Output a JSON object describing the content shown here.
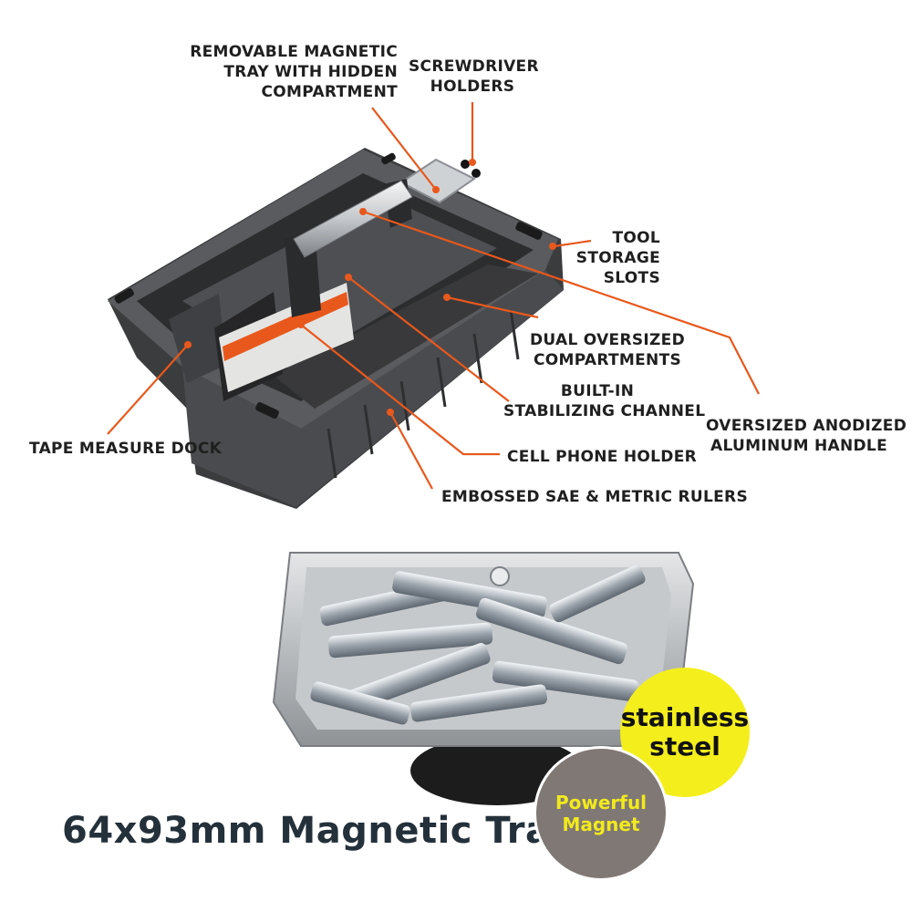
{
  "callouts": {
    "removable_tray": [
      "REMOVABLE MAGNETIC",
      "TRAY WITH HIDDEN",
      "COMPARTMENT"
    ],
    "screwdriver": [
      "SCREWDRIVER",
      "HOLDERS"
    ],
    "tool_storage": [
      "TOOL",
      "STORAGE",
      "SLOTS"
    ],
    "dual_compartments": [
      "DUAL OVERSIZED",
      "COMPARTMENTS"
    ],
    "stabilizing": [
      "BUILT-IN",
      "STABILIZING CHANNEL"
    ],
    "handle": [
      "OVERSIZED ANODIZED",
      "ALUMINUM HANDLE"
    ],
    "tape_dock": "TAPE MEASURE DOCK",
    "phone_holder": "CELL PHONE HOLDER",
    "rulers": "EMBOSSED SAE & METRIC RULERS"
  },
  "caption": "64x93mm Magnetic Tray",
  "badges": {
    "steel": [
      "stainless",
      "steel"
    ],
    "magnet": [
      "Powerful",
      "Magnet"
    ]
  },
  "colors": {
    "leader": "#e8581c",
    "caddy": "#48494b",
    "badge_yellow": "#f4ef1c",
    "badge_gray": "#807874"
  }
}
